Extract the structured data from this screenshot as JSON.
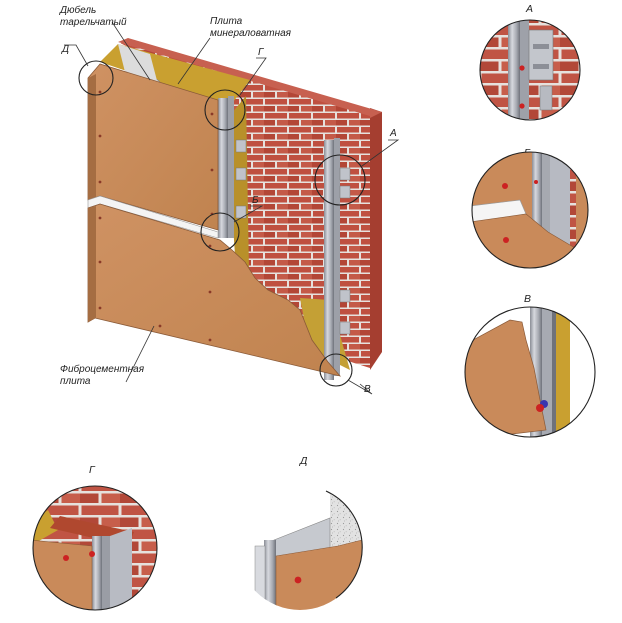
{
  "labels": {
    "dowel": [
      "Дюбель",
      "тарельчатый"
    ],
    "mineral_wool": [
      "Плита",
      "минераловатная"
    ],
    "fiber_cement": [
      "Фиброцементная",
      "плита"
    ],
    "callout_a": "А",
    "callout_b": "Б",
    "callout_v": "В",
    "callout_g": "Г",
    "callout_d": "Д"
  },
  "details": [
    {
      "id": "A",
      "title": "А"
    },
    {
      "id": "B",
      "title": "Б"
    },
    {
      "id": "V",
      "title": "В"
    },
    {
      "id": "G",
      "title": "Г"
    },
    {
      "id": "D",
      "title": "Д"
    }
  ],
  "colors": {
    "brick": "#b84a3a",
    "mortar": "#e8e4e0",
    "insulation": "#c9a030",
    "panel": "#c98a5a",
    "panel_edge": "#8a5a38",
    "rail": "#b9bcc4",
    "rail_dark": "#7d808a",
    "rivet": "#cc2222",
    "concrete": "#d8d8d8"
  }
}
